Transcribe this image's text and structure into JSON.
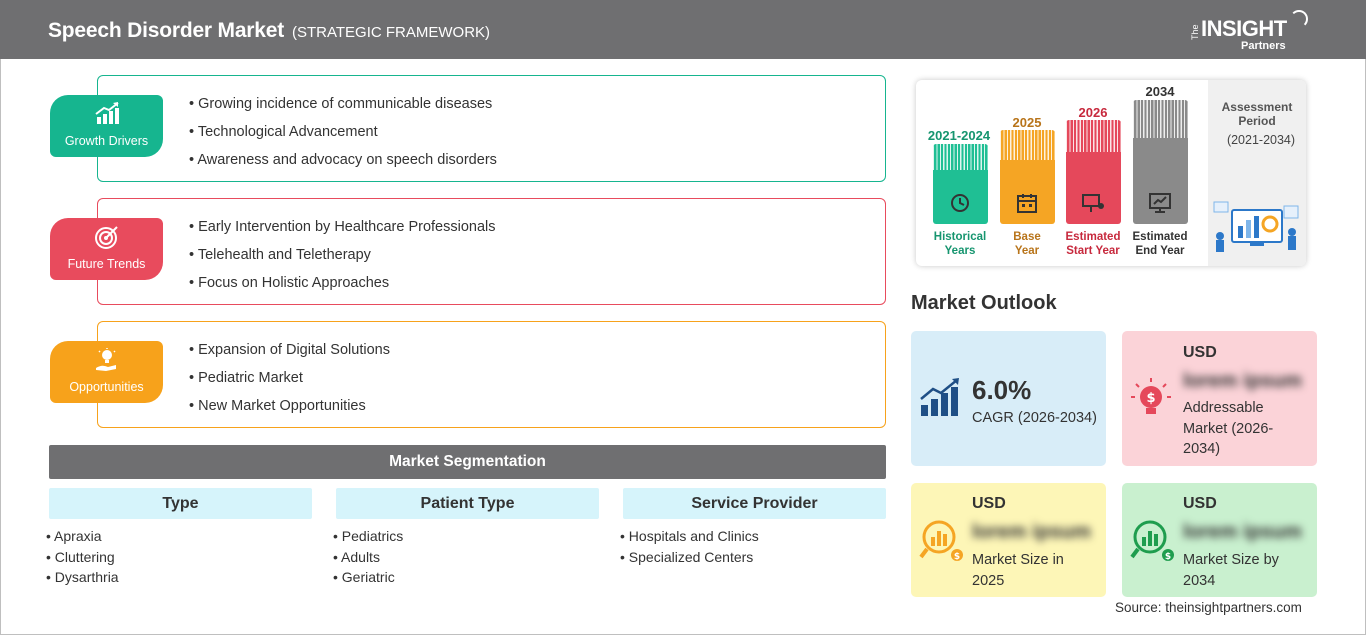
{
  "header": {
    "title": "Speech Disorder Market",
    "subtitle": "(STRATEGIC FRAMEWORK)",
    "logo": {
      "the": "The",
      "insight": "INSIGHT",
      "partners": "Partners"
    }
  },
  "colors": {
    "header_bg": "#6f6f71",
    "growth": "#16b58f",
    "trends": "#e84b5d",
    "opportunities": "#f7a21b",
    "historical": "#1fbf94",
    "base": "#f5a524",
    "start": "#e5485b",
    "end": "#8a8a8a",
    "segment_header": "#d6f4fb",
    "card_blue": "#d8edf8",
    "card_pink": "#fbd3d8",
    "card_yellow": "#fdf6b7",
    "card_green": "#c9f0cf"
  },
  "drivers": [
    {
      "tag": "Growth Drivers",
      "icon": "bar-growth-icon",
      "items": [
        "Growing incidence of communicable diseases",
        "Technological Advancement",
        "Awareness and advocacy on speech disorders"
      ]
    },
    {
      "tag": "Future Trends",
      "icon": "target-icon",
      "items": [
        "Early Intervention by Healthcare Professionals",
        "Telehealth and Teletherapy",
        "Focus on Holistic Approaches"
      ]
    },
    {
      "tag": "Opportunities",
      "icon": "lightbulb-hand-icon",
      "items": [
        "Expansion of Digital Solutions",
        "Pediatric Market",
        "New Market Opportunities"
      ]
    }
  ],
  "segmentation": {
    "title": "Market Segmentation",
    "columns": [
      {
        "header": "Type",
        "items": [
          "Apraxia",
          "Cluttering",
          "Dysarthria"
        ]
      },
      {
        "header": "Patient Type",
        "items": [
          "Pediatrics",
          "Adults",
          "Geriatric"
        ]
      },
      {
        "header": "Service Provider",
        "items": [
          "Hospitals and Clinics",
          "Specialized Centers"
        ]
      }
    ]
  },
  "timeline": {
    "bars": [
      {
        "year": "2021-2024",
        "label1": "Historical",
        "label2": "Years",
        "icon": "history-icon"
      },
      {
        "year": "2025",
        "label1": "Base",
        "label2": "Year",
        "icon": "calendar-icon"
      },
      {
        "year": "2026",
        "label1": "Estimated",
        "label2": "Start Year",
        "icon": "presentation-icon"
      },
      {
        "year": "2034",
        "label1": "Estimated",
        "label2": "End Year",
        "icon": "monitor-chart-icon"
      }
    ],
    "assessment_label": "Assessment Period",
    "assessment_period": "(2021-2034)"
  },
  "outlook": {
    "title": "Market Outlook",
    "cagr": {
      "value": "6.0%",
      "label": "CAGR (2026-2034)"
    },
    "addressable": {
      "currency": "USD",
      "value": "lorem ipsum",
      "label": "Addressable Market (2026-2034)"
    },
    "size_2025": {
      "currency": "USD",
      "value": "lorem ipsum",
      "label": "Market Size in 2025"
    },
    "size_2034": {
      "currency": "USD",
      "value": "lorem ipsum",
      "label": "Market Size by 2034"
    }
  },
  "source": "Source: theinsightpartners.com"
}
